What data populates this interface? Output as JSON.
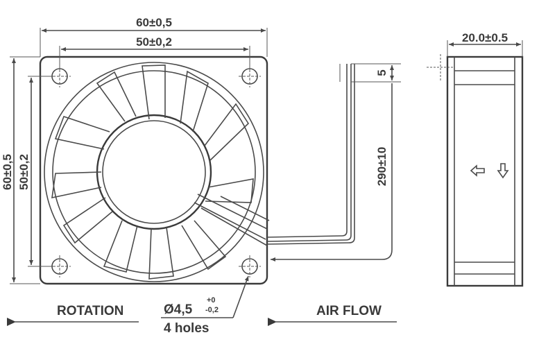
{
  "front_view": {
    "dim_outer_width": "60±0,5",
    "dim_hole_spacing_width": "50±0,2",
    "dim_outer_height": "60±0,5",
    "dim_hole_spacing_height": "50±0,2",
    "dim_cable_length": "290±10",
    "dim_cable_strip": "5",
    "hole_diameter": "Ø4,5",
    "hole_tol_plus": "+0",
    "hole_tol_minus": "-0,2",
    "hole_count": "4 holes"
  },
  "side_view": {
    "dim_depth": "20.0±0.5"
  },
  "legend": {
    "rotation_label": "ROTATION",
    "airflow_label": "AIR FLOW"
  },
  "icons": {
    "rotation": "arrow-left-icon",
    "airflow": "arrow-left-icon",
    "side_arrows": "hollow-arrow-icon"
  },
  "colors": {
    "ink": "#3a3a3a",
    "background": "#ffffff"
  }
}
